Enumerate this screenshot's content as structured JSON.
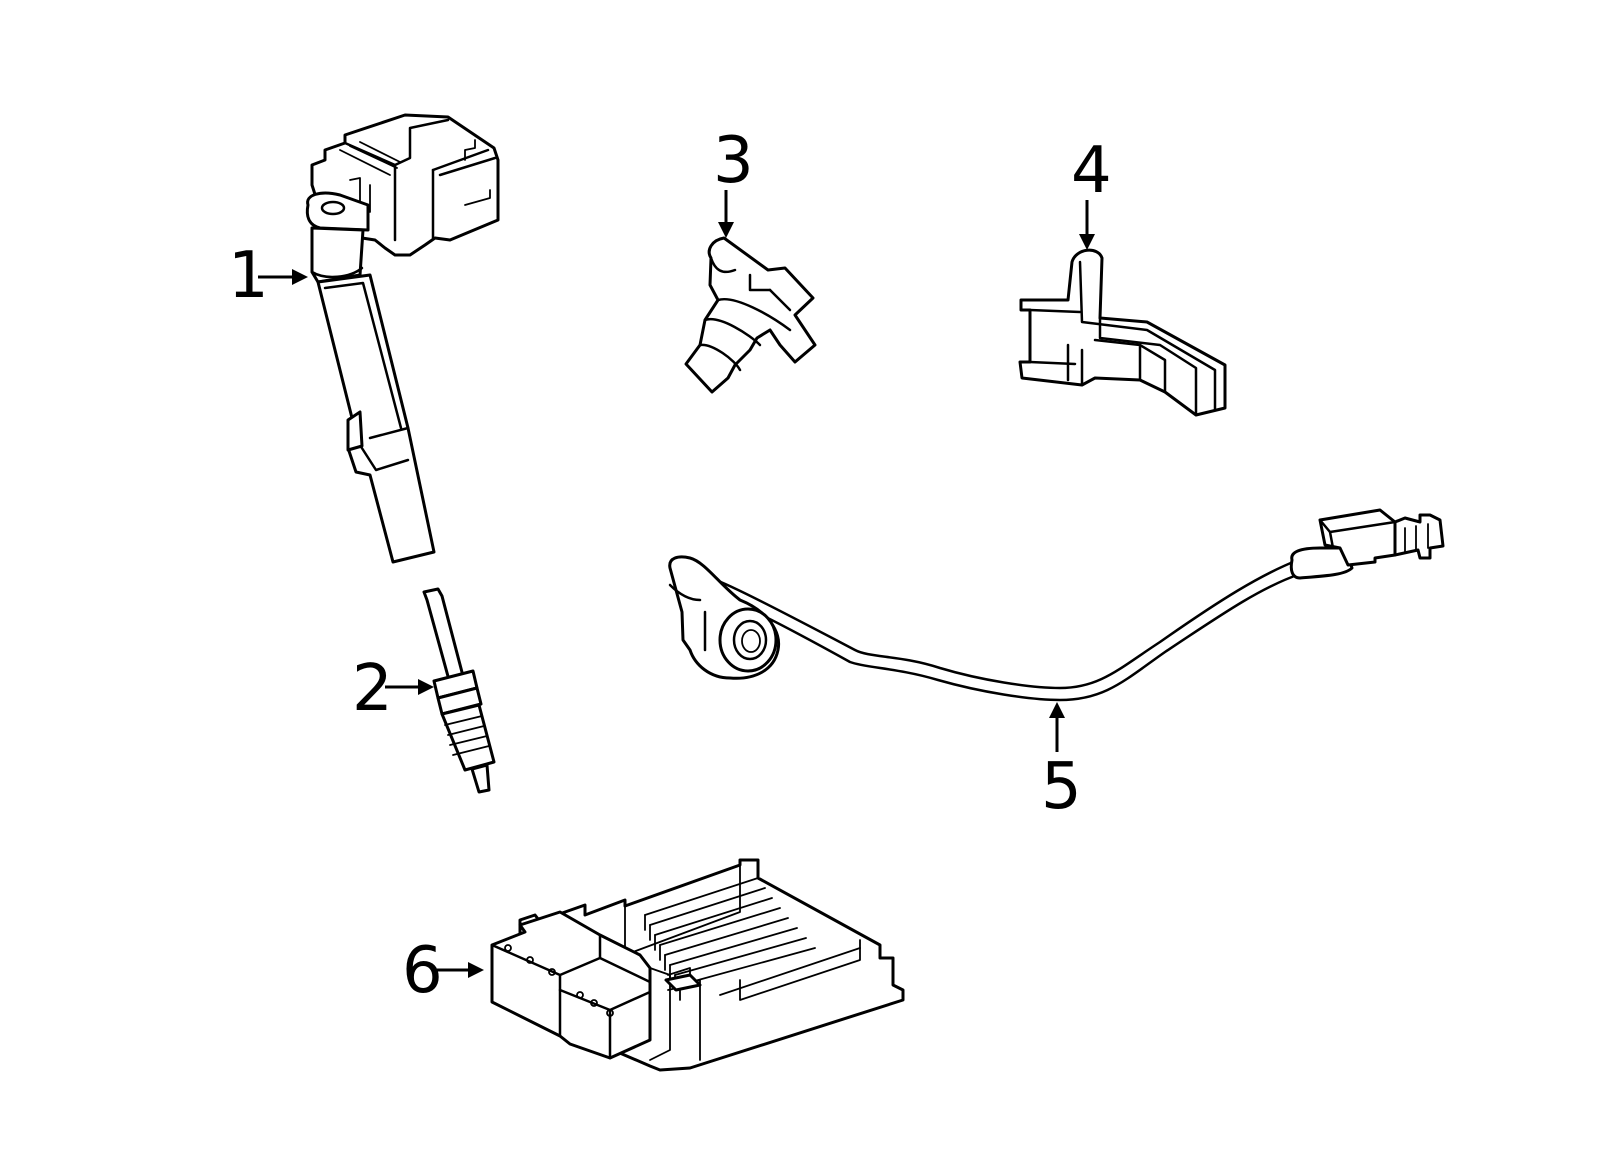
{
  "callouts": [
    {
      "number": "1",
      "part": "ignition-coil"
    },
    {
      "number": "2",
      "part": "spark-plug"
    },
    {
      "number": "3",
      "part": "camshaft-position-sensor"
    },
    {
      "number": "4",
      "part": "crankshaft-position-sensor"
    },
    {
      "number": "5",
      "part": "knock-sensor"
    },
    {
      "number": "6",
      "part": "engine-control-module"
    }
  ],
  "colors": {
    "line": "#000000",
    "background": "#ffffff"
  }
}
